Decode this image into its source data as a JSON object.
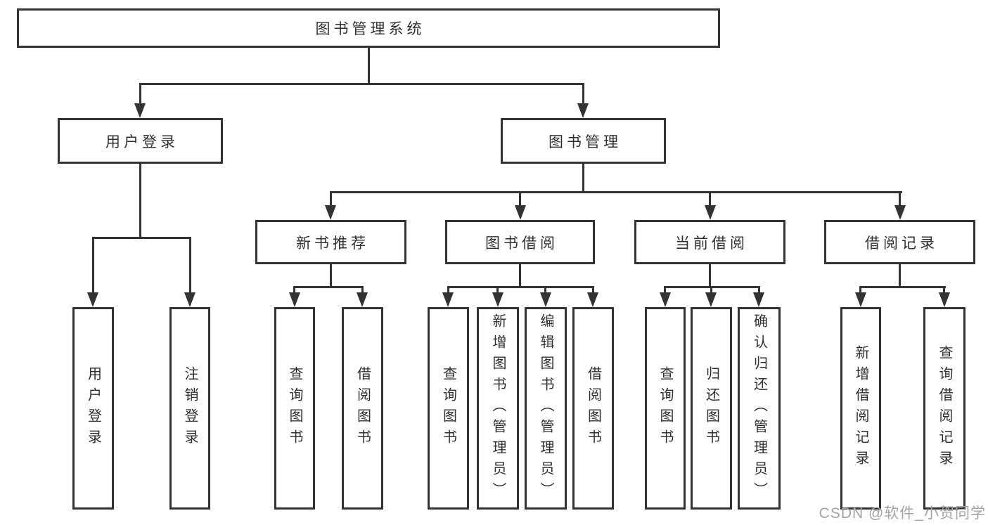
{
  "diagram": {
    "root": "图书管理系统",
    "level2": [
      "用户登录",
      "图书管理"
    ],
    "level3": [
      "新书推荐",
      "图书借阅",
      "当前借阅",
      "借阅记录"
    ],
    "leaf_groups": [
      [
        "用户登录",
        "注销登录"
      ],
      [
        "查询图书",
        "借阅图书"
      ],
      [
        "查询图书",
        "新增图书（管理员）",
        "编辑图书（管理员）",
        "借阅图书"
      ],
      [
        "查询图书",
        "归还图书",
        "确认归还（管理员）"
      ],
      [
        "新增借阅记录",
        "查询借阅记录"
      ]
    ]
  },
  "watermark": "CSDN @软件_小贺同学",
  "colors": {
    "line": "#333333",
    "border": "#333333",
    "text": "#303030",
    "watermark": "#a3a3a3",
    "background": "#ffffff"
  }
}
